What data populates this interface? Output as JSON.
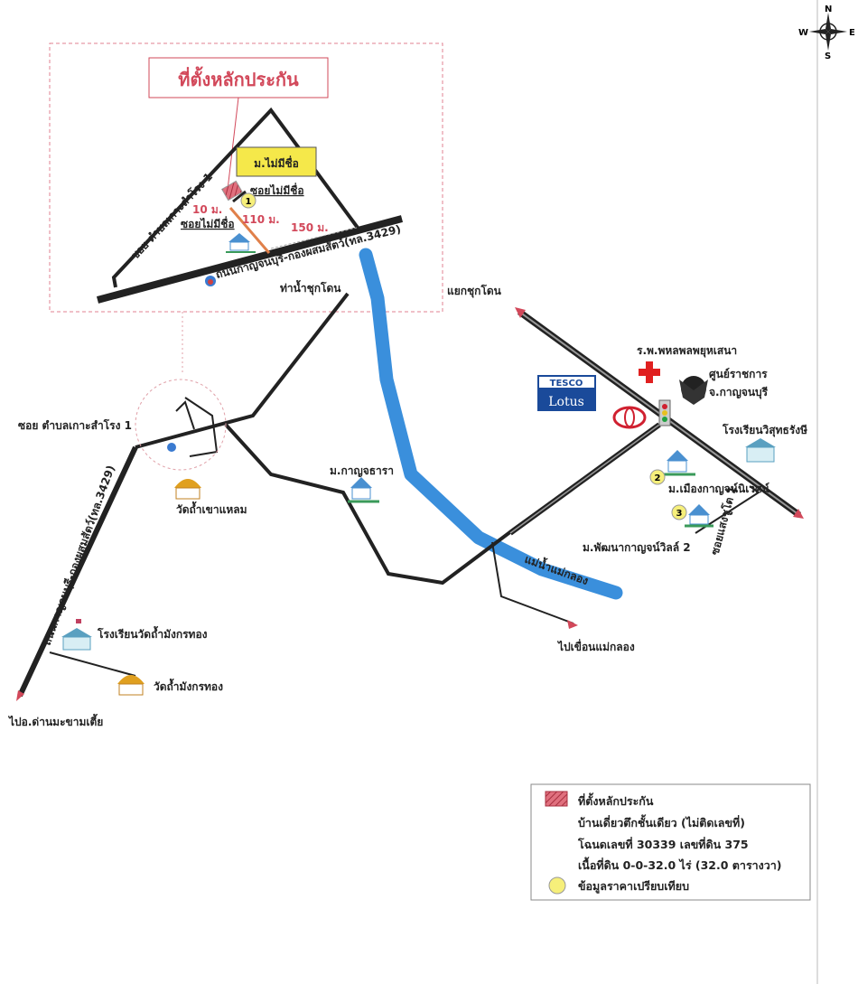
{
  "compass": {
    "n": "N",
    "s": "S",
    "e": "E",
    "w": "W"
  },
  "inset": {
    "title": "ที่ตั้งหลักประกัน",
    "village_label": "ม.ไม่มีชื่อ",
    "soi_unnamed_1": "ซอยไม่มีชื่อ",
    "soi_unnamed_2": "ซอยไม่มีชื่อ",
    "dist_10": "10 ม.",
    "dist_110": "110 ม.",
    "dist_150": "150 ม.",
    "marker_1": "1",
    "road_main": "ถนนกาญจนบุรี-กองผสมสัตว์(ทล.3429)",
    "soi_left": "ซอย ตำบลเกาะสำโรง 1",
    "pier": "ท่าน้ำชุกโดน"
  },
  "map": {
    "junction": "แยกชุกโดน",
    "hospital": "ร.พ.พหลพลพยุหเสนา",
    "govt_center_1": "ศูนย์ราชการ",
    "govt_center_2": "จ.กาญจนบุรี",
    "school_east": "โรงเรียนวิสุทธรังษี",
    "village_2": "ม.เมืองกาญจน์นิเวศน์",
    "village_3": "ม.พัฒนากาญจน์วิลล์ 2",
    "soi_saengchuto": "ซอยแสงชูโต 1",
    "marker_2": "2",
    "marker_3": "3",
    "village_kanchathara": "ม.กาญจธารา",
    "river": "แม่น้ำแม่กลอง",
    "to_dam": "ไปเขื่อนแม่กลอง",
    "temple_khaolaem": "วัดถ้ำเขาแหลม",
    "soi_left_main": "ซอย ตำบลเกาะสำโรง 1",
    "road_main": "ถนนกาญจนบุรี-กองผสมสัตว์(ทล.3429)",
    "school_west": "โรงเรียนวัดถ้ำมังกรทอง",
    "temple_mangkorn": "วัดถ้ำมังกรทอง",
    "to_district": "ไปอ.ด่านมะขามเตี้ย",
    "tesco": "TESCO",
    "lotus": "Lotus"
  },
  "legend": {
    "collateral": "ที่ตั้งหลักประกัน",
    "line2": "บ้านเดี่ยวตึกชั้นเดียว (ไม่ติดเลขที่)",
    "line3": "โฉนดเลขที่ 30339 เลขที่ดิน 375",
    "line4": "เนื้อที่ดิน 0-0-32.0 ไร่ (32.0 ตารางวา)",
    "comparison": "ข้อมูลราคาเปรียบเทียบ"
  },
  "colors": {
    "river": "#3a8fdc",
    "road": "#222222",
    "accent": "#d2485a",
    "marker": "#f6ef7a"
  }
}
